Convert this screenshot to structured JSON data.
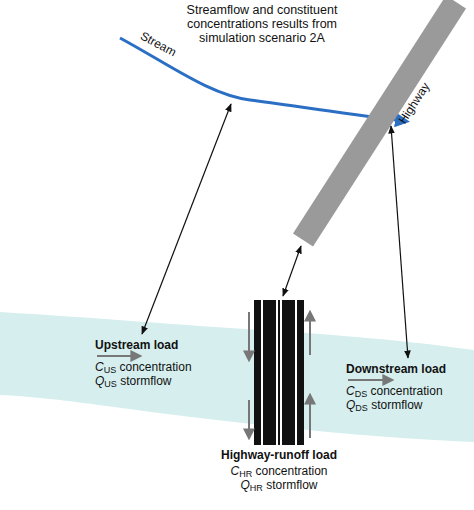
{
  "diagram": {
    "nodes": [
      {
        "text": [
          "Upstream load",
          "CUS concentration",
          "QUS stormflow"
        ]
      },
      {
        "text": [
          "Downstream load",
          "CDS concentration",
          "QDS stormflow"
        ]
      },
      {
        "text": [
          "Highway-runoff load",
          "CHR concentration",
          "QHR stormflow"
        ]
      }
    ],
    "labels": [
      "Streamflow and constituent concentrations results from simulation scenario 2A",
      "Stream",
      "Highway"
    ]
  }
}
